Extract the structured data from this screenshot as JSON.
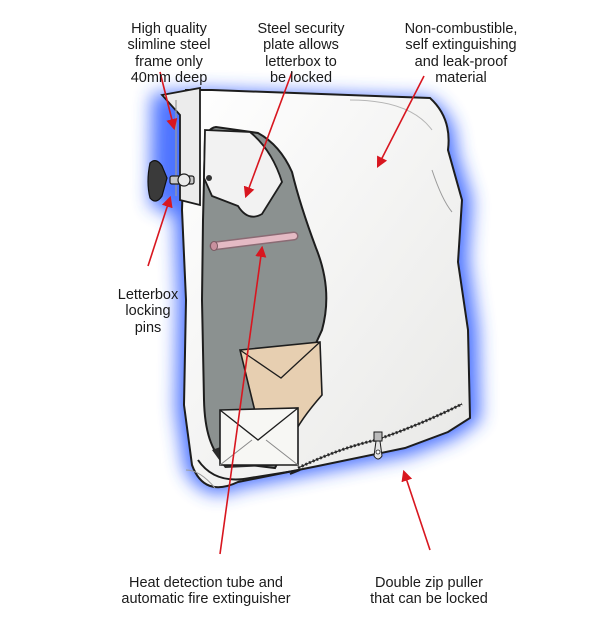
{
  "labels": {
    "frame": [
      "High quality",
      "slimline steel",
      "frame only",
      "40mm deep"
    ],
    "plate": [
      "Steel security",
      "plate allows",
      "letterbox to",
      "be locked"
    ],
    "material": [
      "Non-combustible,",
      "self extinguishing",
      "and leak-proof",
      "material"
    ],
    "pins": [
      "Letterbox",
      "locking",
      "pins"
    ],
    "tube": [
      "Heat detection tube and",
      "automatic fire extinguisher"
    ],
    "zip": [
      "Double zip puller",
      "that can be locked"
    ]
  },
  "icons": [
    "wing-nut-icon",
    "zip-puller-icon",
    "envelope-icon"
  ],
  "colors": {
    "glow": "#2f5cff",
    "bag": "#f4f4f2",
    "interior": "#8b9190",
    "frame": "#e6e6e6",
    "arrow": "#d8161f",
    "envelope": "#e6cfb0",
    "tube": "#d9aeb8"
  }
}
